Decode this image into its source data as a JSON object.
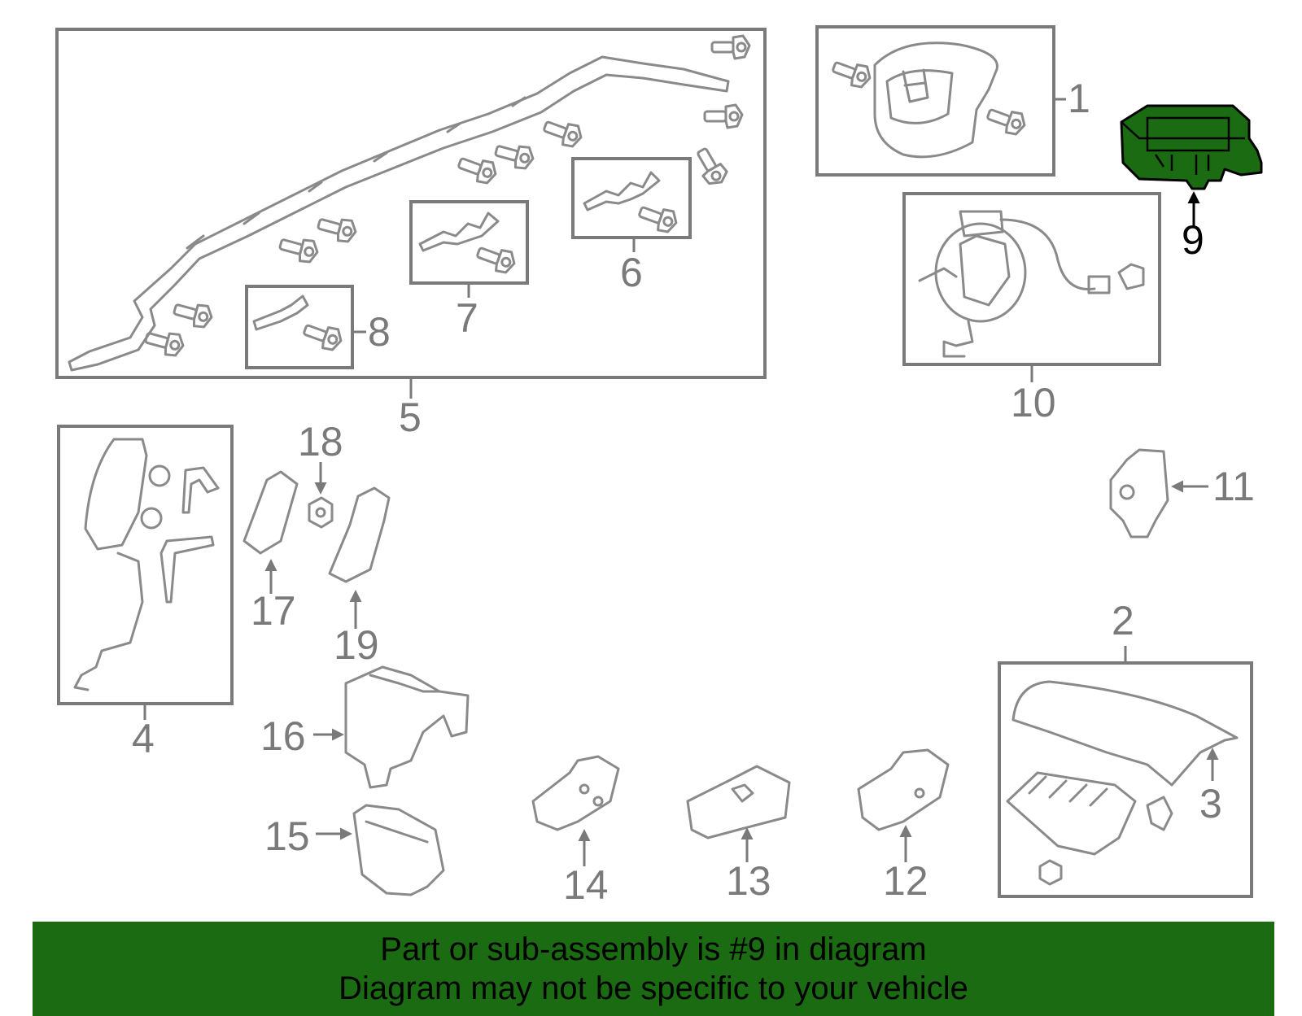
{
  "highlight_color": "#1a6b12",
  "banner": {
    "background": "#1a6b12",
    "line1": "Part or sub-assembly is #9 in diagram",
    "line2": "Diagram may not be specific to your vehicle"
  },
  "callouts": {
    "c1": "1",
    "c2": "2",
    "c3": "3",
    "c4": "4",
    "c5": "5",
    "c6": "6",
    "c7": "7",
    "c8": "8",
    "c9": "9",
    "c10": "10",
    "c11": "11",
    "c12": "12",
    "c13": "13",
    "c14": "14",
    "c15": "15",
    "c16": "16",
    "c17": "17",
    "c18": "18",
    "c19": "19"
  },
  "icons": {
    "part1": "steering-wheel-airbag-icon",
    "part2": "passenger-airbag-icon",
    "part9": "airbag-control-unit-icon",
    "part10": "clock-spring-icon"
  }
}
